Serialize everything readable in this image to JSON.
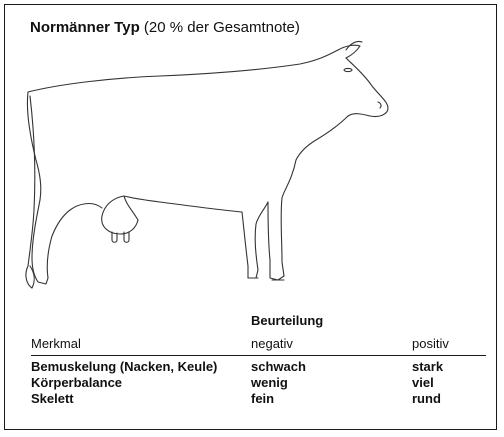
{
  "title": {
    "bold": "Normänner Typ",
    "normal": "(20 % der Gesamtnote)"
  },
  "illustration": {
    "icon": "cow-outline-icon",
    "stroke_color": "#333333"
  },
  "assessment_label": "Beurteilung",
  "table": {
    "headers": {
      "trait": "Merkmal",
      "negative": "negativ",
      "positive": "positiv"
    },
    "rows": [
      {
        "trait": "Bemuskelung (Nacken, Keule)",
        "negative": "schwach",
        "positive": "stark"
      },
      {
        "trait": "Körperbalance",
        "negative": "wenig",
        "positive": "viel"
      },
      {
        "trait": "Skelett",
        "negative": "fein",
        "positive": "rund"
      }
    ]
  }
}
